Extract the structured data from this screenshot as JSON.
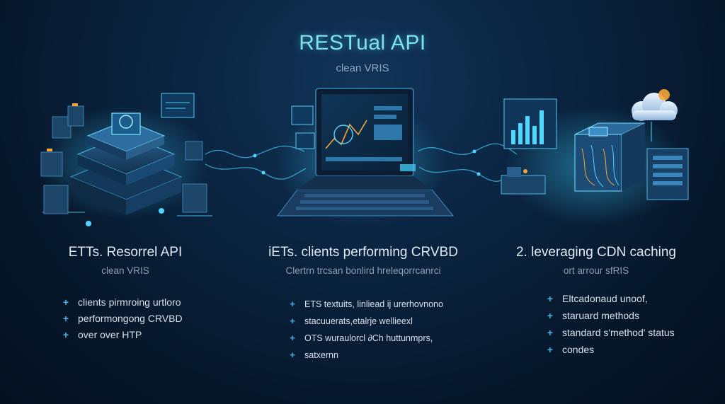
{
  "header": {
    "title": "RESTual API",
    "subtitle": "clean VRIS"
  },
  "columns": [
    {
      "heading": "ETTs. Resorrel API",
      "subheading": "clean VRIS",
      "bullets": [
        "clients pirmroing urtloro",
        "performongong CRVBD",
        "over over HTP"
      ]
    },
    {
      "heading": "iETs. clients performing CRVBD",
      "subheading": "Clertrn trcsan bonlird hreleqorrcanrci",
      "bullets": [
        "ETS textuits, linliead ij urerhovnono",
        "stacuuerats,etalrje wellieexl",
        "OTS wuraulorcl ∂Ch huttunmprs,",
        "satxernn"
      ]
    },
    {
      "heading": "2. leveraging CDN caching",
      "subheading": "ort arrour sfRIS",
      "bullets": [
        "Eltcadonaud unoof,",
        "staruard methods",
        "standard s'method' status",
        "condes"
      ]
    }
  ],
  "icons": {
    "bullet": "plus-icon",
    "left_illustration": "server-stack-icon",
    "center_illustration": "laptop-dashboard-icon",
    "right_illustration": "cdn-server-cloud-icon"
  },
  "colors": {
    "accent": "#7fe0ee",
    "bullet": "#3fb6e6",
    "glow": "#35c6f0"
  }
}
